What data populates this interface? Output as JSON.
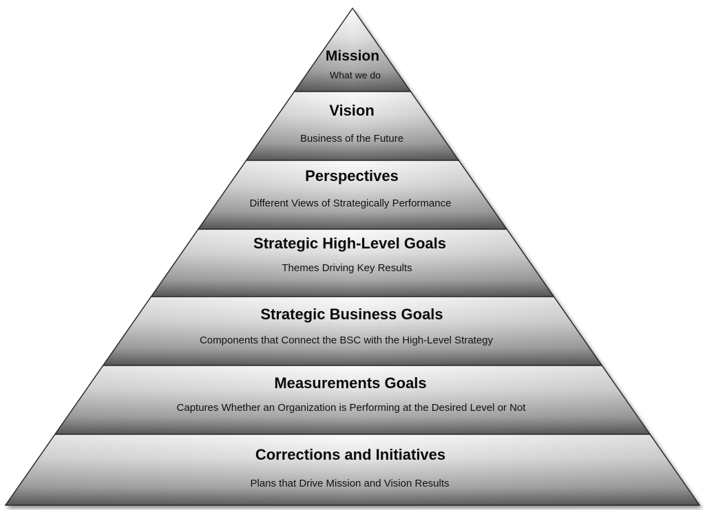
{
  "pyramid": {
    "levels": [
      {
        "title": "Mission",
        "subtitle": "What we do"
      },
      {
        "title": "Vision",
        "subtitle": "Business of the Future"
      },
      {
        "title": "Perspectives",
        "subtitle": "Different Views of Strategically Performance"
      },
      {
        "title": "Strategic High-Level Goals",
        "subtitle": "Themes Driving Key Results"
      },
      {
        "title": "Strategic Business Goals",
        "subtitle": "Components that Connect the BSC with the High-Level Strategy"
      },
      {
        "title": "Measurements Goals",
        "subtitle": "Captures Whether an Organization is Performing at the Desired Level or Not"
      },
      {
        "title": "Corrections and Initiatives",
        "subtitle": "Plans that Drive Mission and Vision Results"
      }
    ],
    "colors": {
      "band_light": "#f7f7f7",
      "band_mid": "#bdbdbd",
      "band_dark": "#5a5a5a",
      "outline": "#2b2b2b",
      "shadow": "#7a7a7a"
    }
  }
}
